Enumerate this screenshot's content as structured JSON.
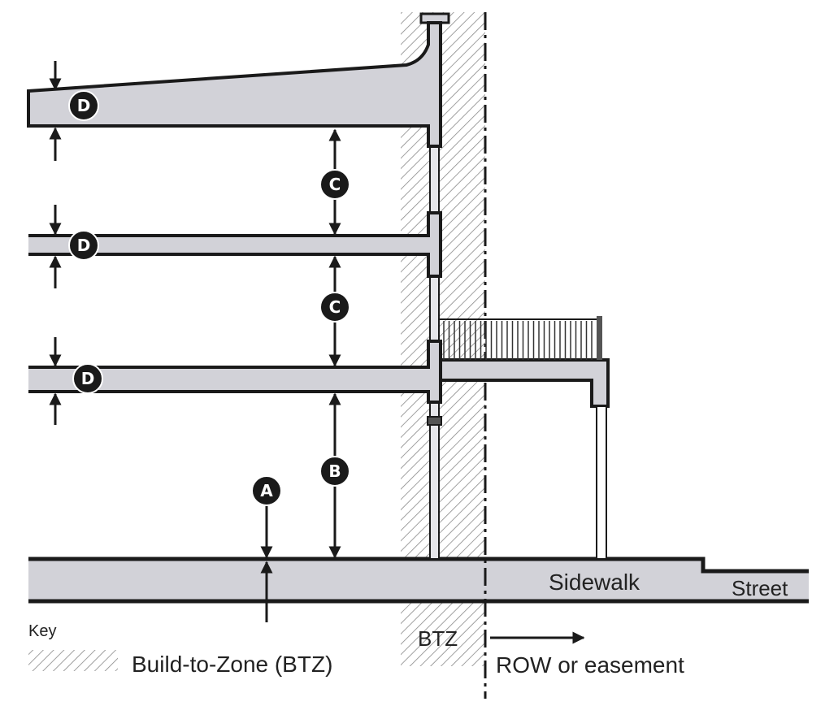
{
  "markers": {
    "a": "A",
    "b": "B",
    "c": "C",
    "d": "D"
  },
  "labels": {
    "sidewalk": "Sidewalk",
    "street": "Street",
    "btz": "BTZ",
    "row": "ROW or easement"
  },
  "key": {
    "heading": "Key",
    "btz_entry": "Build-to-Zone (BTZ)"
  },
  "colors": {
    "fill": "#d2d2d8",
    "line": "#1a1a1a",
    "hatch": "#888888"
  }
}
